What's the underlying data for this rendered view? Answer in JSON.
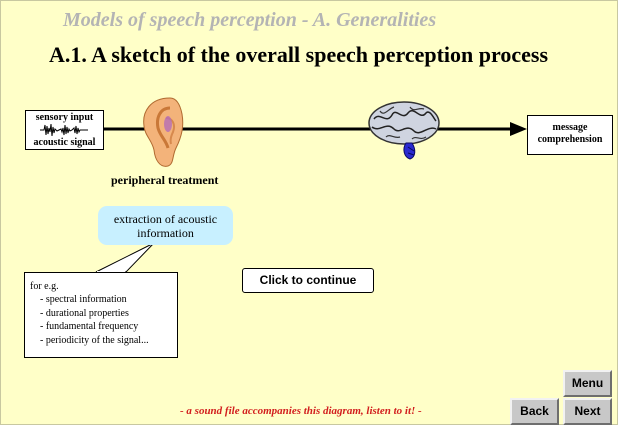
{
  "header": {
    "title": "Models of speech perception - A. Generalities"
  },
  "slide": {
    "title": "A.1. A sketch of the overall speech perception process"
  },
  "diagram": {
    "input_box": {
      "top_label": "sensory input",
      "bottom_label": "acoustic signal"
    },
    "output_box": {
      "line1": "message",
      "line2": "comprehension"
    },
    "ear_caption": "peripheral treatment",
    "bubble": {
      "line1": "extraction of acoustic",
      "line2": "information"
    },
    "note": {
      "heading": "for e.g.",
      "items": [
        "- spectral information",
        "- durational properties",
        "- fundamental frequency",
        "- periodicity of the signal..."
      ]
    },
    "icons": [
      "waveform-icon",
      "ear-icon",
      "brain-icon"
    ]
  },
  "buttons": {
    "continue_label": "Click to continue",
    "menu_label": "Menu",
    "back_label": "Back",
    "next_label": "Next"
  },
  "footer": {
    "note": "- a sound file accompanies this diagram, listen to it! -"
  },
  "colors": {
    "background": "#ffffc8",
    "header_text": "#b4b4b4",
    "bubble_fill": "#c8f0ff",
    "footer_text": "#d21e1e",
    "nav_button": "#c8c8c8"
  }
}
